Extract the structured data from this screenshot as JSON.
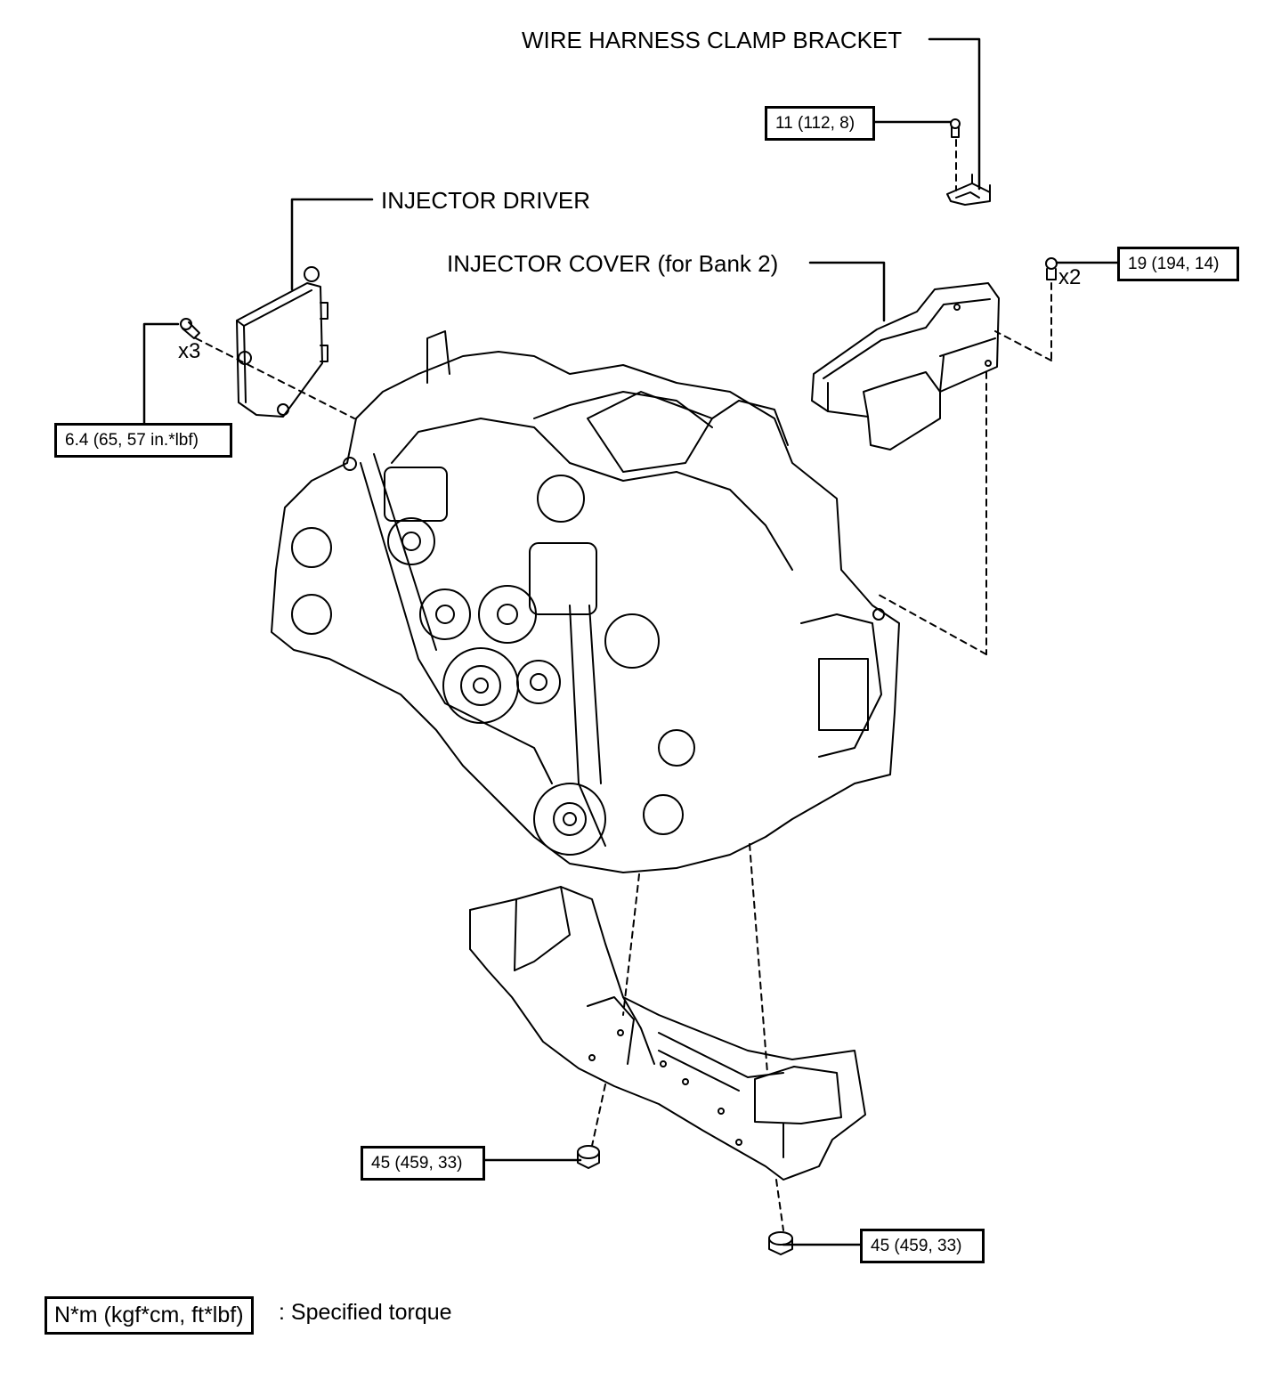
{
  "labels": {
    "wire_harness_clamp_bracket": "WIRE HARNESS CLAMP BRACKET",
    "injector_driver": "INJECTOR DRIVER",
    "injector_cover": "INJECTOR COVER (for Bank 2)"
  },
  "torques": {
    "clamp_bracket_bolt": "11 (112, 8)",
    "injector_cover_bolt": "19 (194, 14)",
    "injector_driver_bolt": "6.4 (65, 57 in.*lbf)",
    "crossmember_nut_left": "45 (459, 33)",
    "crossmember_nut_right": "45 (459, 33)"
  },
  "quantities": {
    "injector_driver_bolts": "x3",
    "injector_cover_bolts": "x2"
  },
  "legend": {
    "unit_box": "N*m (kgf*cm, ft*lbf)",
    "description": ": Specified torque"
  }
}
